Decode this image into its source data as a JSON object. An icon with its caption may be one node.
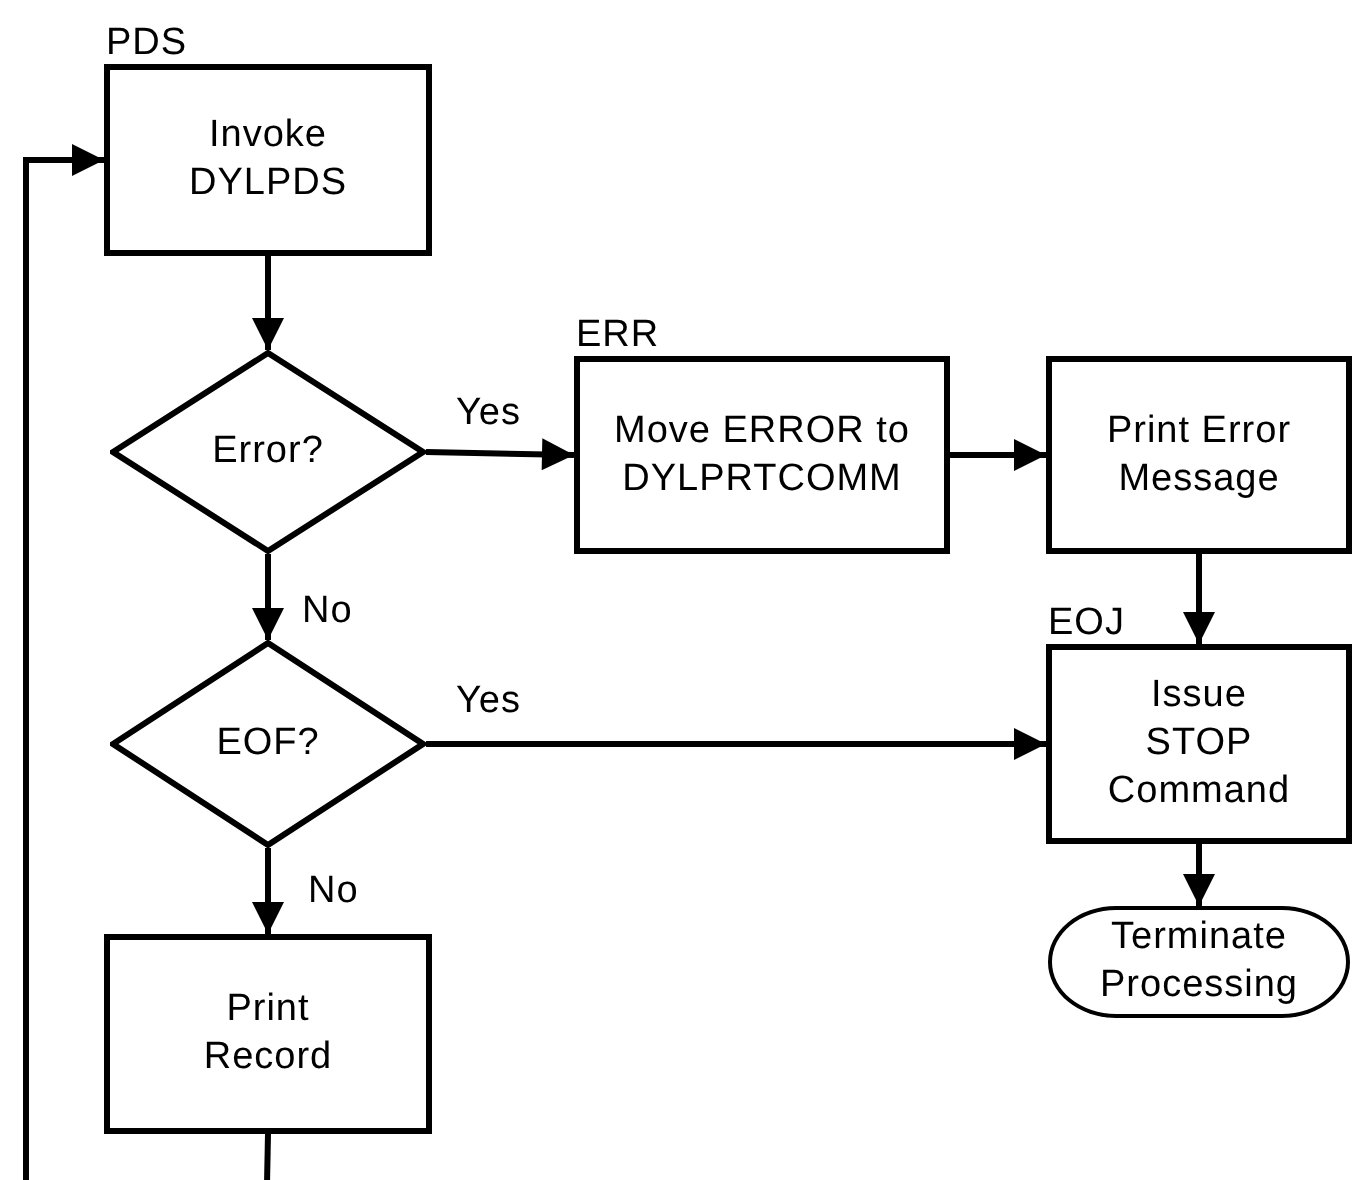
{
  "diagram": {
    "nodes": [
      {
        "text": [
          "PDS",
          "Invoke DYLPDS"
        ]
      },
      {
        "text": [
          "Error?"
        ]
      },
      {
        "text": [
          "ERR",
          "Move ERROR to DYLPRTCOMM"
        ]
      },
      {
        "text": [
          "Print Error Message"
        ]
      },
      {
        "text": [
          "EOF?"
        ]
      },
      {
        "text": [
          "EOJ",
          "Issue STOP Command"
        ]
      },
      {
        "text": [
          "Terminate Processing"
        ]
      },
      {
        "text": [
          "Print Record"
        ]
      }
    ],
    "edges": [
      {
        "from": 0,
        "to": 1,
        "arrow": "to"
      },
      {
        "from": 1,
        "to": 2,
        "arrow": "to",
        "label": "Yes"
      },
      {
        "from": 2,
        "to": 3,
        "arrow": "to"
      },
      {
        "from": 3,
        "to": 5,
        "arrow": "to"
      },
      {
        "from": 1,
        "to": 4,
        "arrow": "to",
        "label": "No"
      },
      {
        "from": 4,
        "to": 5,
        "arrow": "to",
        "label": "Yes"
      },
      {
        "from": 4,
        "to": 7,
        "arrow": "to",
        "label": "No"
      },
      {
        "from": 5,
        "to": 6,
        "arrow": "to"
      },
      {
        "from": 7,
        "to": null,
        "arrow": "none"
      },
      {
        "from": null,
        "to": 0,
        "arrow": "to"
      }
    ]
  }
}
